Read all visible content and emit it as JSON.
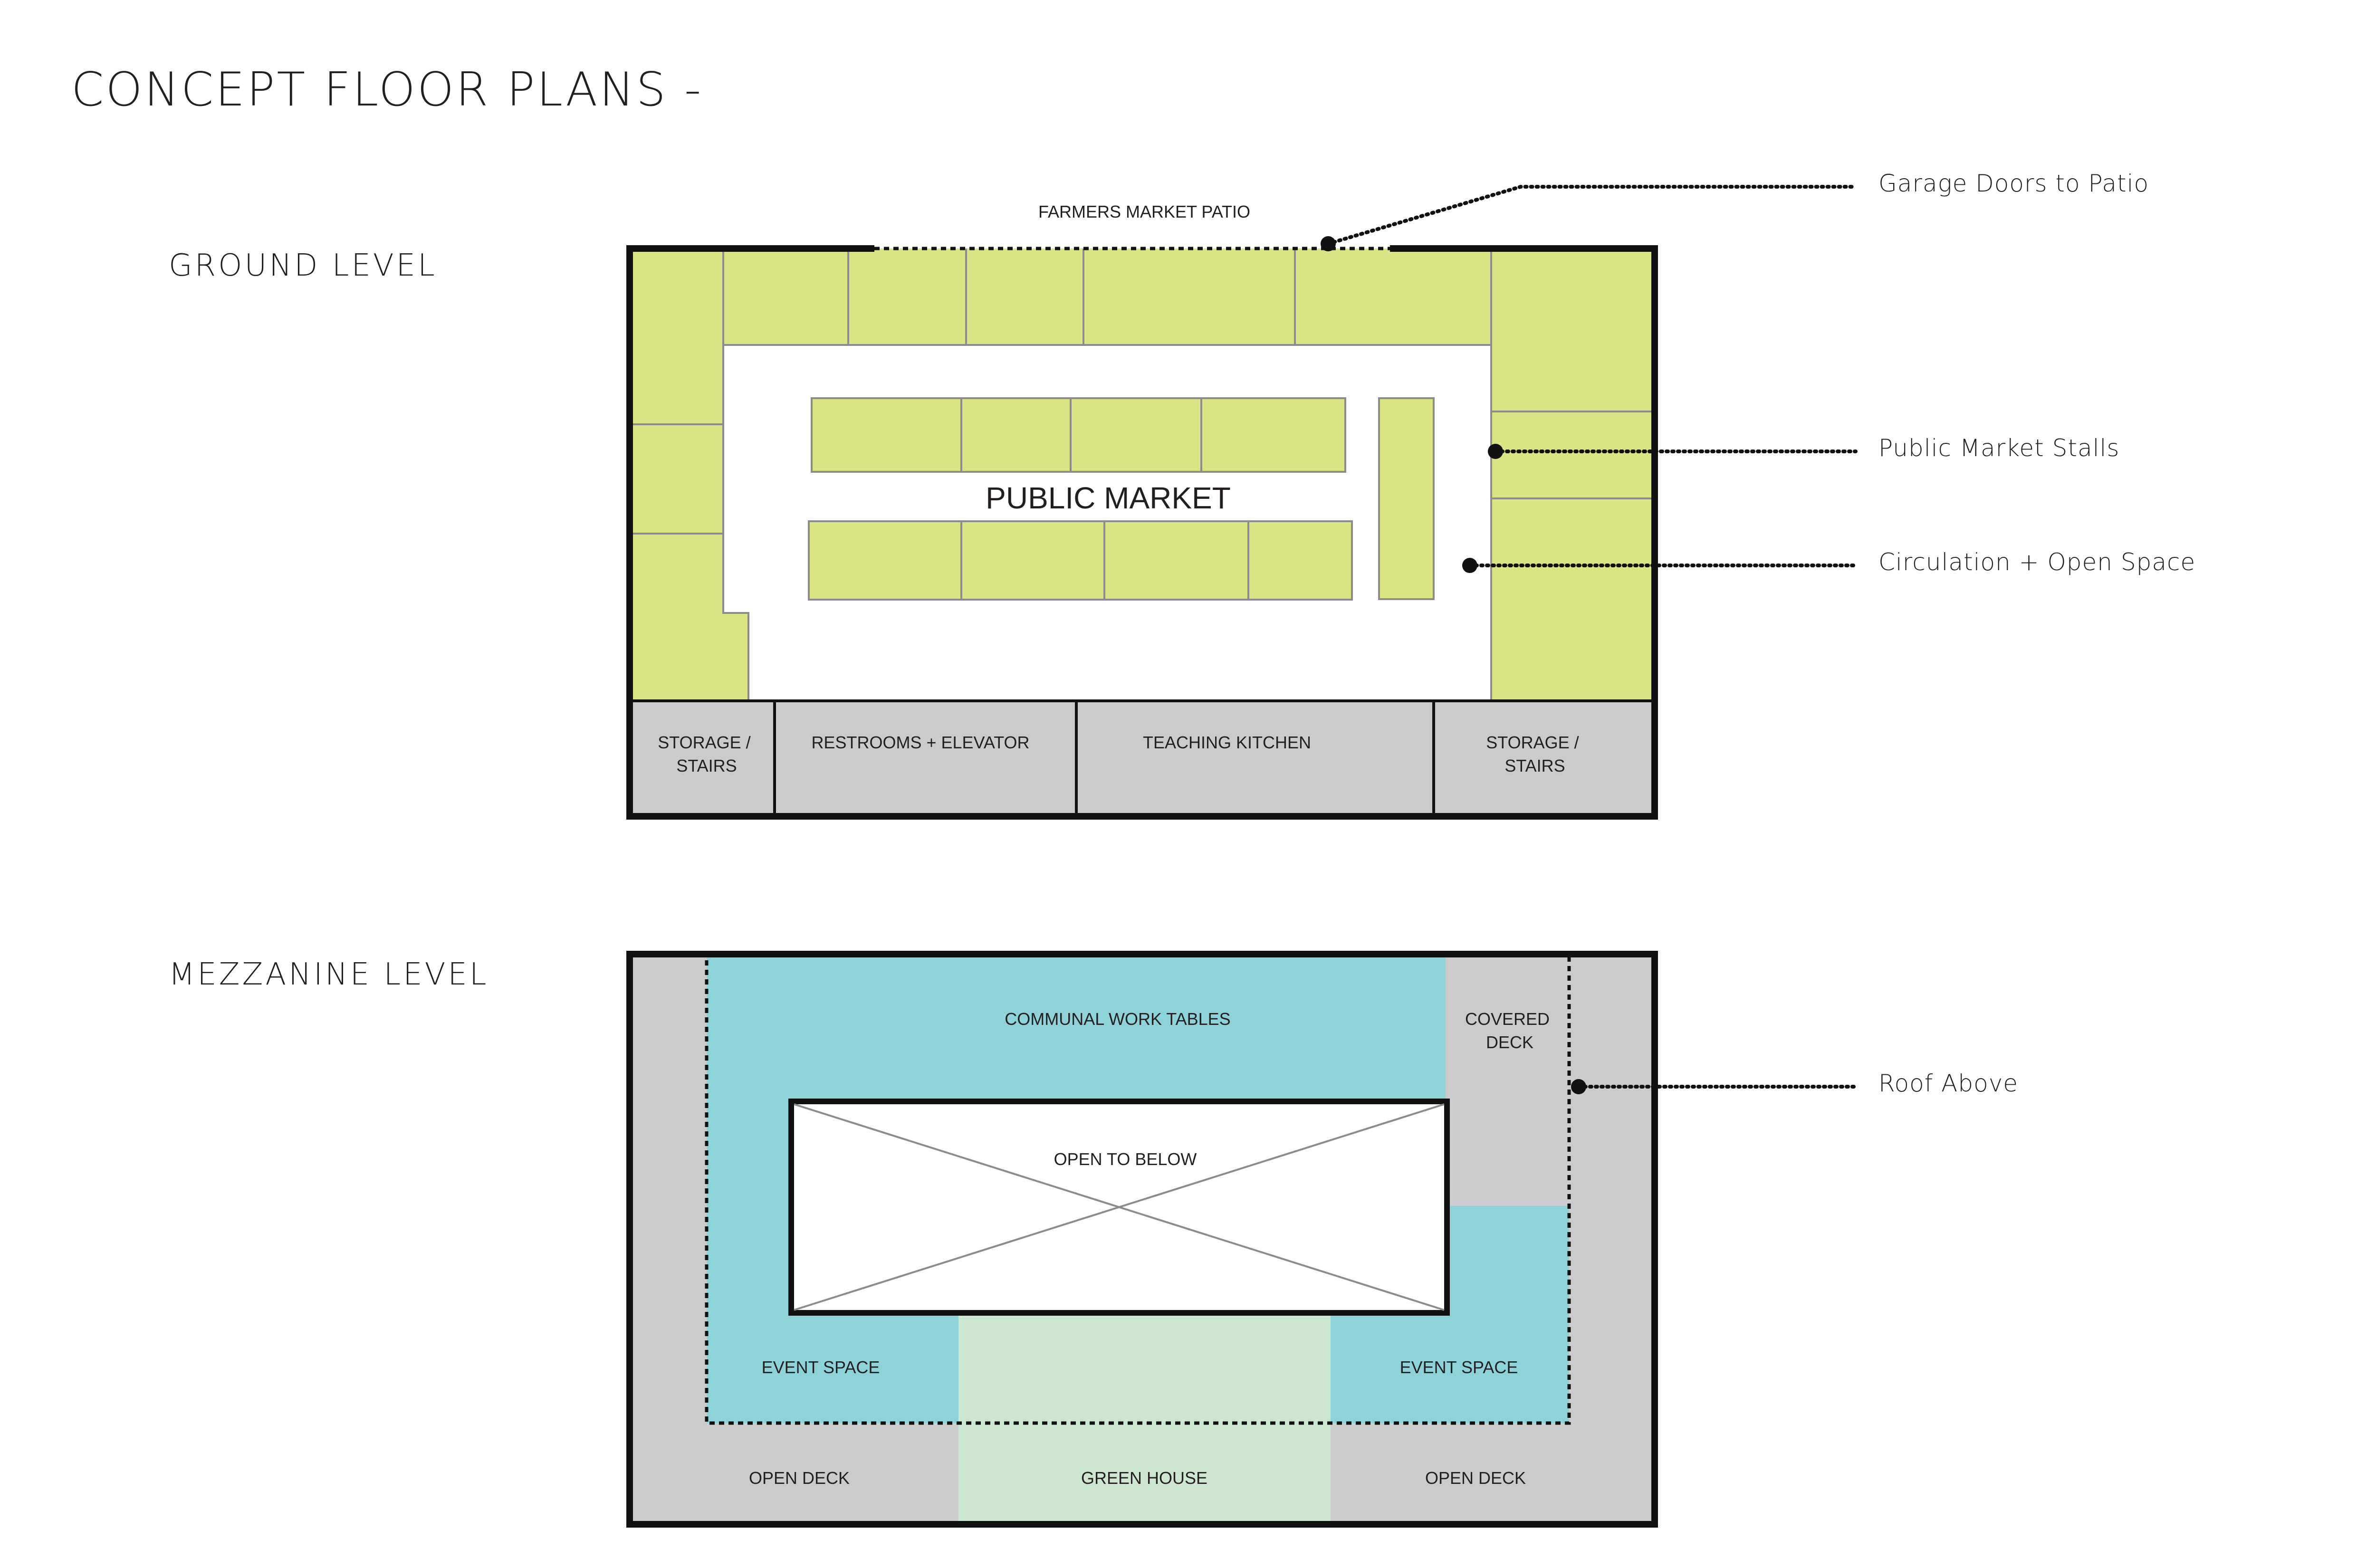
{
  "page": {
    "title": "CONCEPT FLOOR PLANS -"
  },
  "ground_level": {
    "label": "GROUND LEVEL",
    "patio_label": "FARMERS MARKET PATIO",
    "center_label": "PUBLIC MARKET",
    "service_rooms": [
      {
        "line1": "STORAGE /",
        "line2": "STAIRS"
      },
      {
        "line1": "RESTROOMS + ELEVATOR",
        "line2": ""
      },
      {
        "line1": "TEACHING KITCHEN",
        "line2": ""
      },
      {
        "line1": "STORAGE /",
        "line2": "STAIRS"
      }
    ]
  },
  "mezzanine_level": {
    "label": "MEZZANINE LEVEL",
    "rooms": {
      "communal": "COMMUNAL WORK TABLES",
      "covered_deck_1": "COVERED",
      "covered_deck_2": "DECK",
      "open_to_below": "OPEN TO BELOW",
      "event_left": "EVENT SPACE",
      "event_right": "EVENT SPACE",
      "open_deck_left": "OPEN DECK",
      "green_house": "GREEN HOUSE",
      "open_deck_right": "OPEN DECK"
    }
  },
  "callouts": [
    {
      "label": "Garage Doors to Patio"
    },
    {
      "label": "Public Market Stalls"
    },
    {
      "label": "Circulation + Open Space"
    },
    {
      "label": "Roof Above"
    }
  ],
  "colors": {
    "market_green": "#dbe484",
    "service_gray": "#cacbcd",
    "event_teal": "#8ed3d7",
    "greenhouse_green": "#cde6d0",
    "wall": "#111111",
    "text": "#231f20"
  }
}
